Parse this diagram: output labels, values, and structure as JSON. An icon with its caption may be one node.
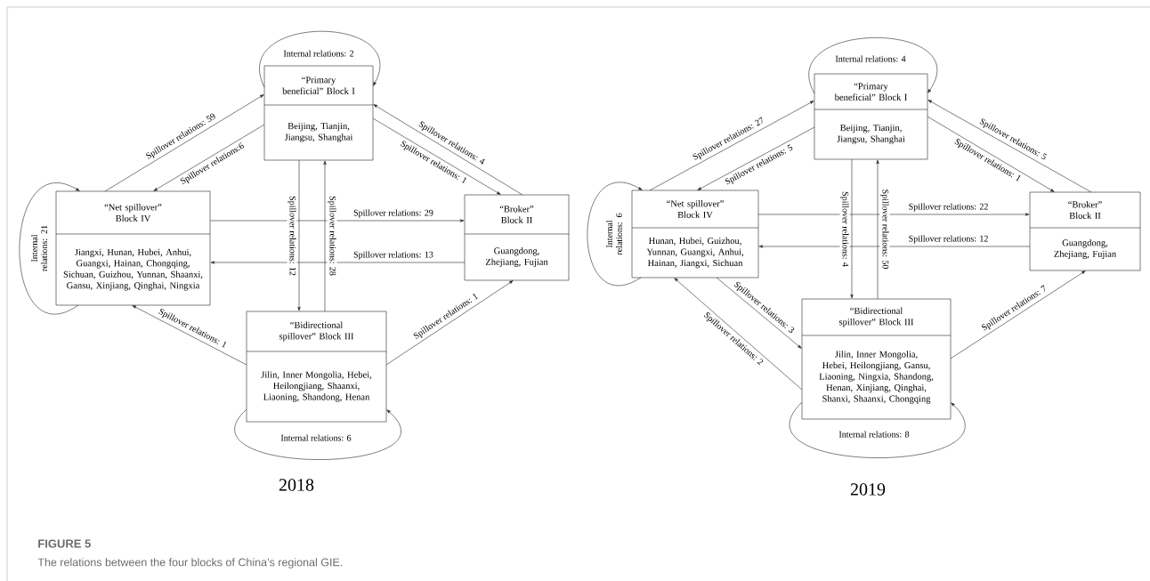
{
  "diagram": {
    "title": "FIGURE 5",
    "caption": "The relations between the four blocks of China’s regional GIE.",
    "nodes": [
      {
        "text": [
          "“Primary beneficial” Block I",
          "Beijing, Tianjin, Jiangsu, Shanghai"
        ]
      },
      {
        "text": [
          "“Net spillover” Block IV",
          "Jiangxi, Hunan, Hubei, Anhui, Guangxi, Hainan, Chongqing, Sichuan, Guizhou, Yunnan, Shaanxi, Gansu, Xinjiang, Qinghai, Ningxia"
        ]
      },
      {
        "text": [
          "“Broker” Block II",
          "Guangdong, Zhejiang, Fujian"
        ]
      },
      {
        "text": [
          "“Bidirectional spillover” Block III",
          "Jilin, Inner Mongolia, Hebei, Heilongjiang, Shaanxi, Liaoning, Shandong, Henan"
        ]
      },
      {
        "text": [
          "“Primary beneficial” Block I",
          "Beijing, Tianjin, Jiangsu, Shanghai"
        ]
      },
      {
        "text": [
          "“Net spillover” Block IV",
          "Hunan, Hubei, Guizhou, Yunnan, Guangxi, Anhui, Hainan, Jiangxi, Sichuan"
        ]
      },
      {
        "text": [
          "“Broker” Block II",
          "Guangdong, Zhejiang, Fujian"
        ]
      },
      {
        "text": [
          "“Bidirectional spillover” Block III",
          "Jilin, Inner Mongolia, Hebei, Heilongjiang, Gansu, Liaoning, Ningxia, Shandong, Henan, Xinjiang, Qinghai, Shanxi, Shaanxi, Chongqing"
        ]
      }
    ],
    "edges": [
      {
        "from": 1,
        "to": 0,
        "arrow": "to",
        "label": "Spillover relations: 59"
      },
      {
        "from": 0,
        "to": 1,
        "arrow": "to",
        "label": "Spillover relations:6"
      },
      {
        "from": 0,
        "to": 2,
        "arrow": "to",
        "label": "Spillover relations: 1"
      },
      {
        "from": 2,
        "to": 0,
        "arrow": "to",
        "label": "Spillover relations: 4"
      },
      {
        "from": 0,
        "to": 3,
        "arrow": "to",
        "label": "Spillover relations: 12"
      },
      {
        "from": 3,
        "to": 0,
        "arrow": "to",
        "label": "Spillover relations: 28"
      },
      {
        "from": 1,
        "to": 2,
        "arrow": "to",
        "label": "Spillover relations: 29"
      },
      {
        "from": 2,
        "to": 1,
        "arrow": "to",
        "label": "Spillover relations: 13"
      },
      {
        "from": 3,
        "to": 1,
        "arrow": "to",
        "label": "Spillover relations: 1"
      },
      {
        "from": 3,
        "to": 2,
        "arrow": "to",
        "label": "Spillover relations: 1"
      },
      {
        "from": 0,
        "to": 0,
        "arrow": "to",
        "label": "Internal relations: 2"
      },
      {
        "from": 1,
        "to": 1,
        "arrow": "to",
        "label": "Internal relations: 21"
      },
      {
        "from": 3,
        "to": 3,
        "arrow": "to",
        "label": "Internal relations: 6"
      },
      {
        "from": 5,
        "to": 4,
        "arrow": "to",
        "label": "Spillover relations: 27"
      },
      {
        "from": 4,
        "to": 5,
        "arrow": "to",
        "label": "Spillover relations: 5"
      },
      {
        "from": 4,
        "to": 6,
        "arrow": "to",
        "label": "Spillover relations: 1"
      },
      {
        "from": 6,
        "to": 4,
        "arrow": "to",
        "label": "Spillover relations: 5"
      },
      {
        "from": 4,
        "to": 7,
        "arrow": "to",
        "label": "Spillover relations: 4"
      },
      {
        "from": 7,
        "to": 4,
        "arrow": "to",
        "label": "Spillover relations: 50"
      },
      {
        "from": 5,
        "to": 6,
        "arrow": "to",
        "label": "Spillover relations: 22"
      },
      {
        "from": 6,
        "to": 5,
        "arrow": "to",
        "label": "Spillover relations: 12"
      },
      {
        "from": 5,
        "to": 7,
        "arrow": "to",
        "label": "Spillover relations: 3"
      },
      {
        "from": 7,
        "to": 5,
        "arrow": "to",
        "label": "Spillover relations: 2"
      },
      {
        "from": 7,
        "to": 6,
        "arrow": "to",
        "label": "Spillover relations: 7"
      },
      {
        "from": 4,
        "to": 4,
        "arrow": "to",
        "label": "Internal relations: 4"
      },
      {
        "from": 5,
        "to": 5,
        "arrow": "to",
        "label": "Internal relations: 6"
      },
      {
        "from": 7,
        "to": 7,
        "arrow": "to",
        "label": "Internal relations: 8"
      }
    ],
    "labels": [
      "2018",
      "2019"
    ]
  }
}
